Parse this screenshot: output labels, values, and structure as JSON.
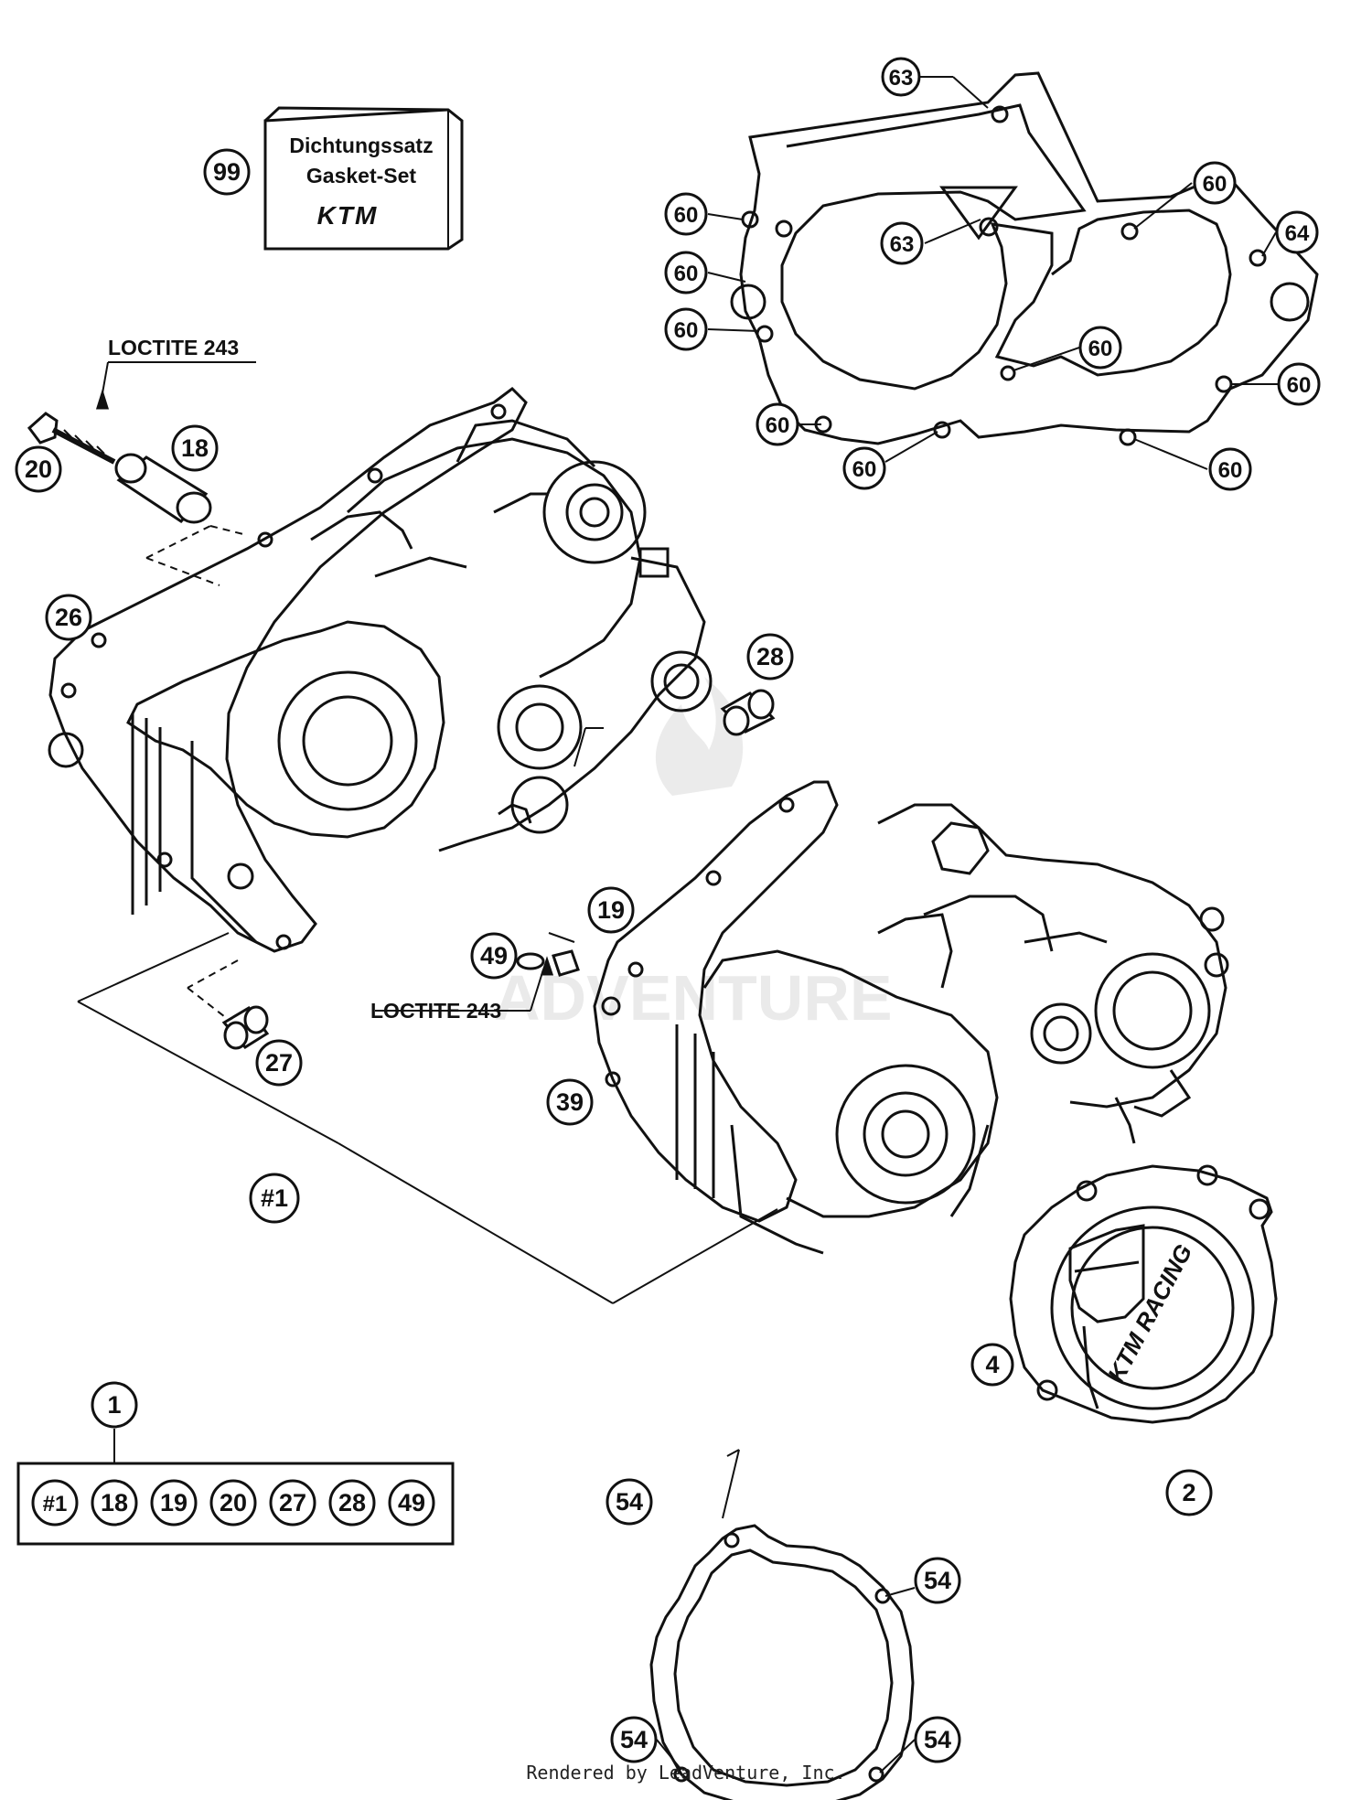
{
  "title": "",
  "gasket_set": {
    "line1": "Dichtungssatz",
    "line2": "Gasket-Set",
    "brand": "KTM"
  },
  "loctite": [
    "LOCTITE 243",
    "LOCTITE 243"
  ],
  "callouts": {
    "c99": "99",
    "c63a": "63",
    "c63b": "63",
    "c60a": "60",
    "c60b": "60",
    "c60c": "60",
    "c60d": "60",
    "c60e": "60",
    "c60f": "60",
    "c60g": "60",
    "c60h": "60",
    "c60i": "60",
    "c64": "64",
    "c20": "20",
    "c18": "18",
    "c26": "26",
    "c28": "28",
    "c19": "19",
    "c49": "49",
    "c27": "27",
    "c39": "39",
    "c1h": "#1",
    "c4": "4",
    "c2": "2",
    "c1": "1",
    "c54a": "54",
    "c54b": "54",
    "c54c": "54",
    "c54d": "54"
  },
  "kit_contents": [
    "#1",
    "18",
    "19",
    "20",
    "27",
    "28",
    "49"
  ],
  "cover_brand": "KTM RACING",
  "footer": "Rendered by LeadVenture, Inc."
}
